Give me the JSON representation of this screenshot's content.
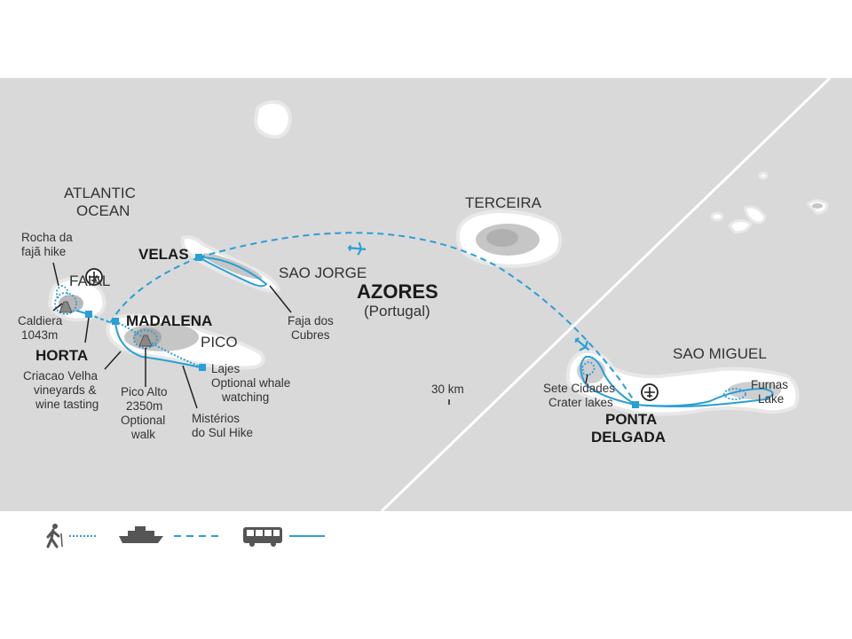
{
  "colors": {
    "sea": "#d9d9d9",
    "land": "#ffffff",
    "mountain": "#b5b5b5",
    "route": "#2a9fd6",
    "stop": "#2a9fd6",
    "text": "#333333",
    "legend_icon": "#555555"
  },
  "labels": {
    "ocean": [
      "ATLANTIC",
      "OCEAN"
    ],
    "faial": "FAIAL",
    "pico": "PICO",
    "sao_jorge": "SAO JORGE",
    "terceira": "TERCEIRA",
    "sao_miguel": "SAO MIGUEL",
    "azores": "AZORES",
    "portugal": "(Portugal)",
    "scale": "30 km",
    "velas": "VELAS",
    "horta": "HORTA",
    "madalena": "MADALENA",
    "ponta": [
      "PONTA",
      "DELGADA"
    ],
    "rocha": [
      "Rocha da",
      "fajã hike"
    ],
    "caldiera": [
      "Caldiera",
      "1043m"
    ],
    "criacao": [
      "Criacao Velha",
      "vineyards &",
      "wine tasting"
    ],
    "pico_alto": [
      "Pico Alto",
      "2350m",
      "Optional",
      "walk"
    ],
    "misterios": [
      "Mistérios",
      "do Sul Hike"
    ],
    "lajes": [
      "Lajes",
      "Optional whale",
      "watching"
    ],
    "faja": [
      "Faja dos",
      "Cubres"
    ],
    "sete": [
      "Sete Cidades",
      "Crater lakes"
    ],
    "furnas": [
      "Furnas",
      "Lake"
    ]
  },
  "legend": [
    {
      "icon": "hiker-icon",
      "line": "dotted"
    },
    {
      "icon": "ferry-icon",
      "line": "dashed"
    },
    {
      "icon": "bus-icon",
      "line": "solid"
    }
  ]
}
